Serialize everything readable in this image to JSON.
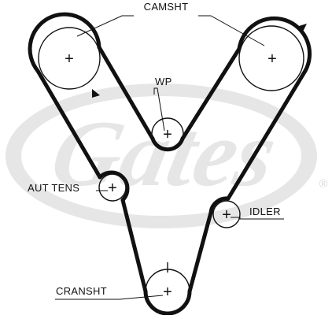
{
  "labels": {
    "camshaft": "CAMSHT",
    "water_pump": "WP",
    "auto_tensioner": "AUT TENS",
    "idler": "IDLER",
    "crankshaft": "CRANSHT"
  },
  "watermark": {
    "text": "Gates",
    "registered_mark": "®"
  },
  "pulley_center_glyph": "+",
  "colors": {
    "belt": "#111111",
    "lines": "#111111",
    "watermark": "#e6e6e6",
    "background": "#ffffff"
  }
}
